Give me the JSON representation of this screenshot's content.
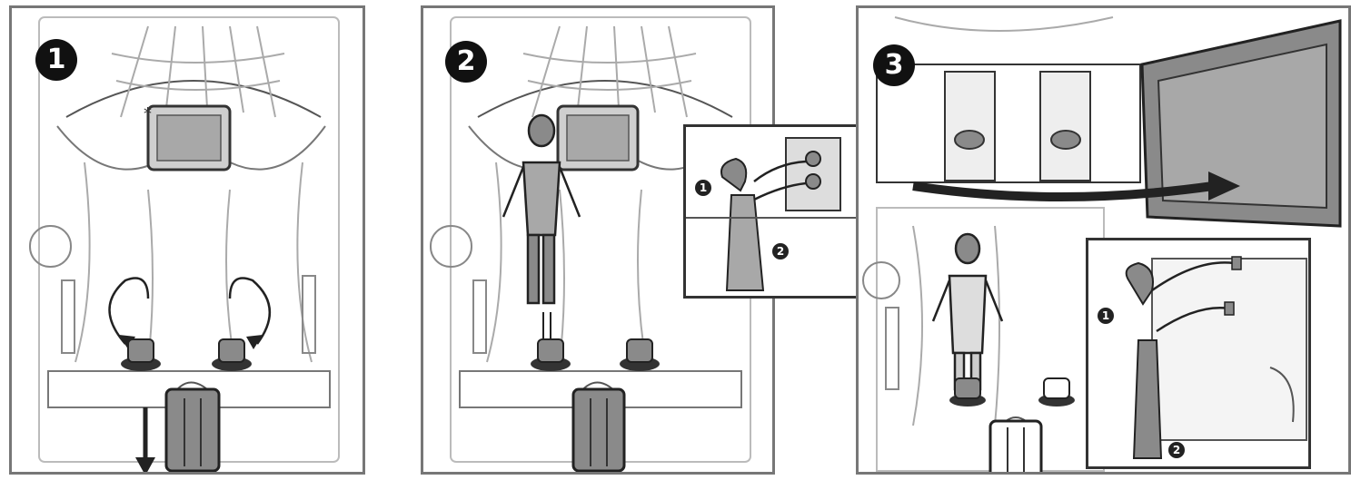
{
  "steps": [
    {
      "number": "1"
    },
    {
      "number": "2"
    },
    {
      "number": "3"
    }
  ],
  "callouts": {
    "panel2": {
      "markers": [
        "1",
        "2"
      ]
    },
    "panel3": {
      "markers": [
        "1",
        "2"
      ]
    }
  },
  "colors": {
    "line": "#333333",
    "fill_dark": "#8a8a8a",
    "fill_mid": "#a8a8a8",
    "fill_light": "#cfcfcf",
    "badge": "#111111"
  }
}
